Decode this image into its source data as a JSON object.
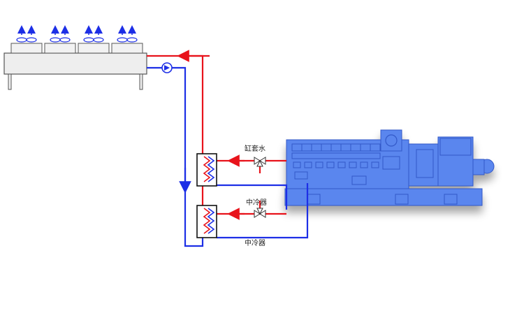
{
  "labels": {
    "jacket_water": "缸套水",
    "intercooler_top": "中冷器",
    "intercooler_bottom": "中冷器"
  },
  "colors": {
    "hot_line": "#e8131b",
    "cold_line": "#1d2fe6",
    "engine_fill": "#5a86ee",
    "engine_detail": "#3359c8",
    "fan_arrow": "#1d2fe6",
    "cooler_body": "#eeeeee"
  },
  "icons": {
    "fan": "fan-icon",
    "pump": "pump-icon",
    "valve": "three-way-valve-icon",
    "heat_exchanger": "heat-exchanger-icon",
    "engine": "generator-engine-icon"
  }
}
